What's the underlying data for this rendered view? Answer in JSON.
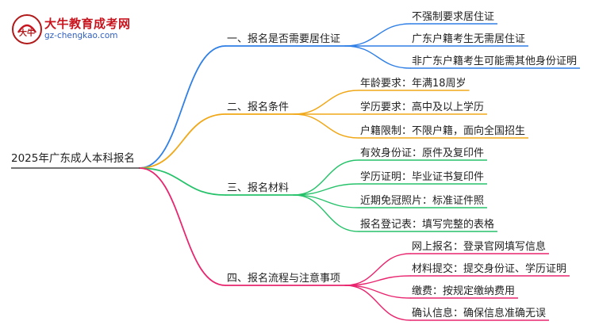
{
  "logo": {
    "name": "大牛教育成考网",
    "url": "gz-chengkao.com",
    "mark_text": "大牛",
    "colors": {
      "name": "#c8141e",
      "url": "#2f5fbf",
      "mark": "#b11a1a"
    }
  },
  "root": {
    "label": "2025年广东成人本科报名"
  },
  "branches": [
    {
      "label": "一、报名是否需要居住证",
      "color": "#2f7fe6",
      "children": [
        "不强制要求居住证",
        "广东户籍考生无需居住证",
        "非广东户籍考生可能需其他身份证明"
      ]
    },
    {
      "label": "二、报名条件",
      "color": "#f0a818",
      "children": [
        "年龄要求：年满18周岁",
        "学历要求：高中及以上学历",
        "户籍限制：不限户籍，面向全国招生"
      ]
    },
    {
      "label": "三、报名材料",
      "color": "#26c26a",
      "children": [
        "有效身份证：原件及复印件",
        "学历证明：毕业证书复印件",
        "近期免冠照片：标准证件照",
        "报名登记表：填写完整的表格"
      ]
    },
    {
      "label": "四、报名流程与注意事项",
      "color": "#e8256e",
      "children": [
        "网上报名：登录官网填写信息",
        "材料提交：提交身份证、学历证明",
        "缴费：按规定缴纳费用",
        "确认信息：确保信息准确无误"
      ]
    }
  ]
}
